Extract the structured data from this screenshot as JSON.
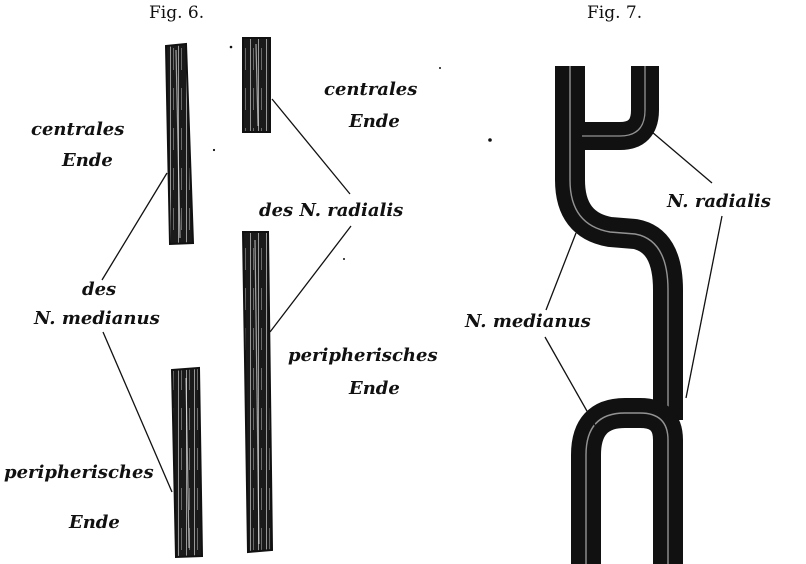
{
  "figure6": {
    "title": "Fig. 6.",
    "labels": {
      "median_central_1": "centrales",
      "median_central_2": "Ende",
      "median_name_1": "des",
      "median_name_2": "N. medianus",
      "median_peripheral_1": "peripherisches",
      "median_peripheral_2": "Ende",
      "radial_central_1": "centrales",
      "radial_central_2": "Ende",
      "radial_name": "des N. radialis",
      "radial_peripheral_1": "peripherisches",
      "radial_peripheral_2": "Ende"
    }
  },
  "figure7": {
    "title": "Fig. 7.",
    "labels": {
      "radialis": "N. radialis",
      "medianus": "N. medianus"
    }
  },
  "colors": {
    "ink": "#111111",
    "paper": "#ffffff"
  }
}
